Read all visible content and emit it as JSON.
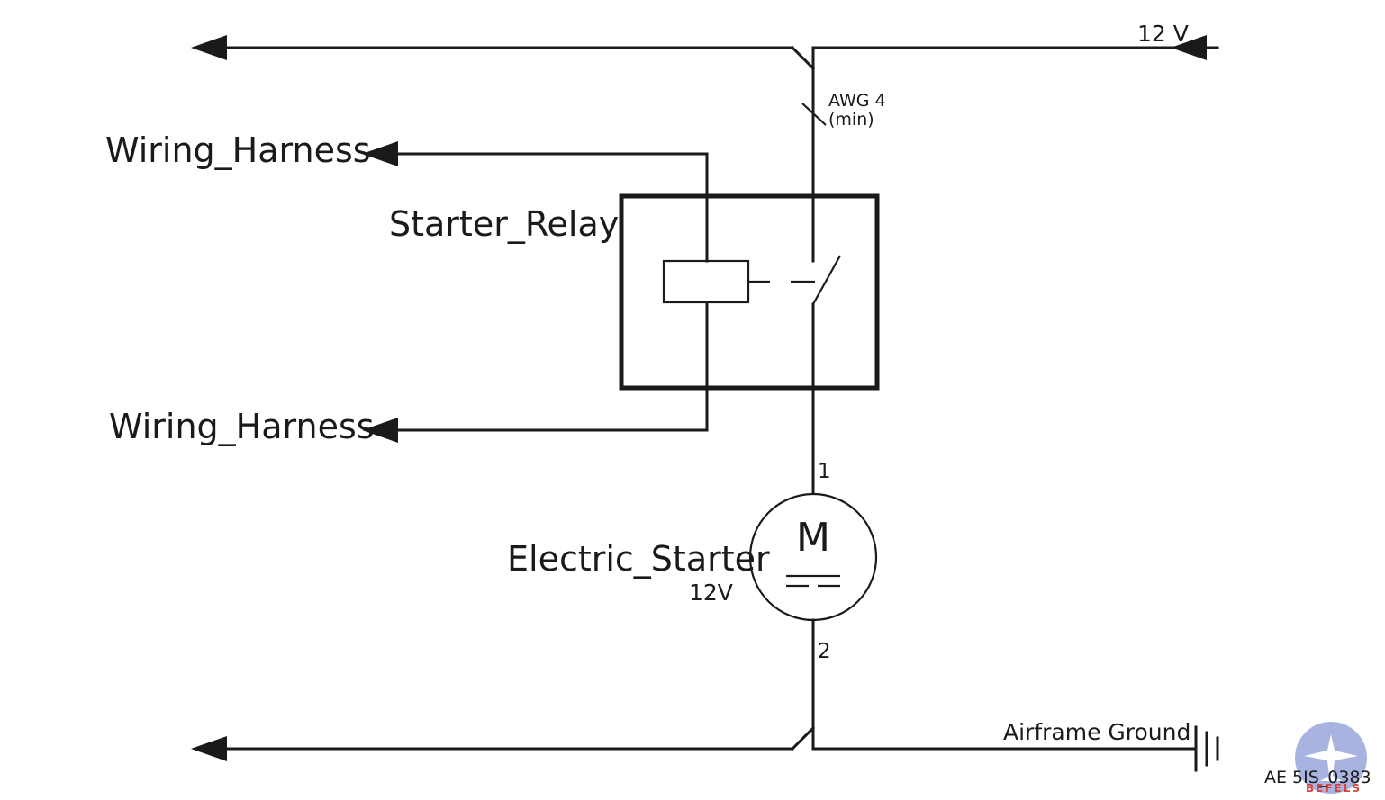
{
  "labels": {
    "supply": "12 V",
    "wire_gauge_line1": "AWG 4",
    "wire_gauge_line2": "(min)",
    "harness_top": "Wiring_Harness",
    "harness_bottom": "Wiring_Harness",
    "relay": "Starter_Relay",
    "starter": "Electric_Starter",
    "starter_voltage": "12V",
    "motor_symbol": "M",
    "pin_1": "1",
    "pin_2": "2",
    "ground": "Airframe Ground",
    "drawing_id": "AE 5IS_0383"
  },
  "logo": {
    "text": "BEFELS",
    "disc_color": "#a9b3e0",
    "accent_color": "#d9423a"
  }
}
